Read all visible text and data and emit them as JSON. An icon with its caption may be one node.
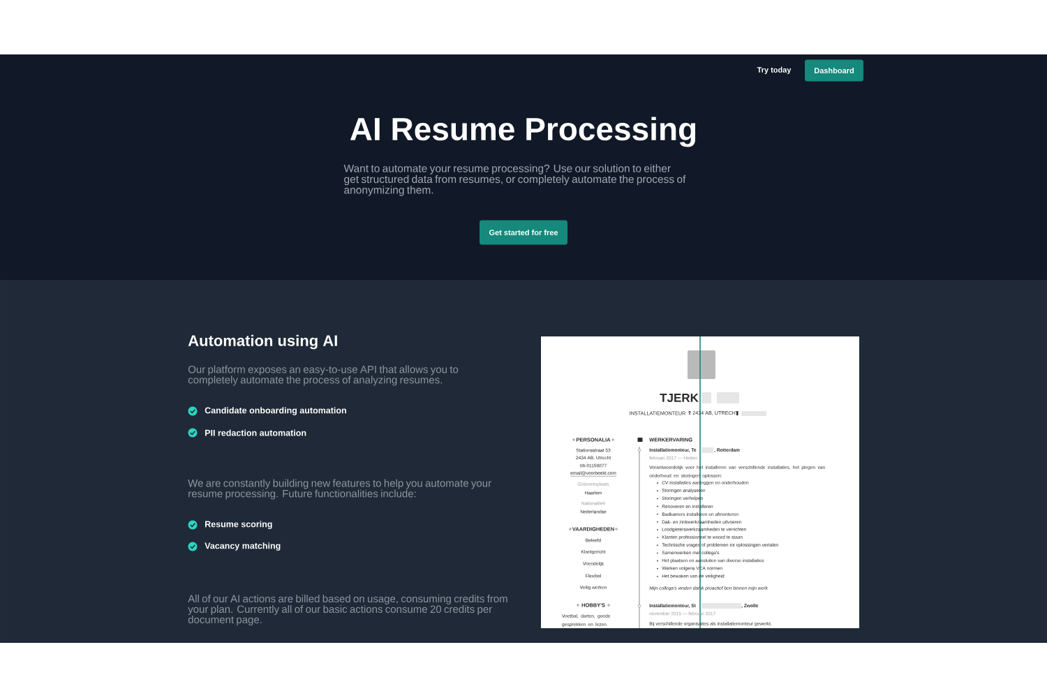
{
  "diagram": {
    "title": "AI Resume Processing",
    "nodes": [
      {
        "text": [
          "Dashboard"
        ]
      },
      {
        "text": [
          "Get started for free"
        ]
      }
    ],
    "labels": [
      "Try today",
      "Want to automate your resume processing? Use our solution to either get structured data from resumes, or completely automate the process of anonymizing them.",
      "Automation using AI",
      "Our platform exposes an easy-to-use API that allows you to completely automate the process of analyzing resumes.",
      "Candidate onboarding automation",
      "PII redaction automation",
      "We are constantly building new features to help you automate your resume processing. Future functionalities include:",
      "Resume scoring",
      "Vacancy matching",
      "All of our AI actions are billed based on usage, consuming credits from your plan. Currently all of our basic actions consume 20 credits per document page.",
      "TJERK",
      "INSTALLATIEMONTEUR",
      "2434 AB, UTRECHT",
      "PERSONALIA",
      "Stationsstraat 53",
      "2434 AB, Utrecht",
      "06-81159877",
      "email@voorbeeld.com",
      "Geboorteplaats",
      "Haarlem",
      "Nationaliteit",
      "Nederlandse",
      "VAARDIGHEDEN",
      "Beleefd",
      "Klantgericht",
      "Vriendelijk",
      "Flexibel",
      "Veilig werken",
      "HOBBY'S",
      "Voetbal, darten, goede gesprekken en lezen",
      "WERKERVARING",
      "Installatiemonteur, Te",
      ", Rotterdam",
      "februari 2017 — Heden",
      "Verantwoordelijk voor het installeren van verschillende installaties, het plegen van onderhoud en storingen oplossen:",
      "CV installaties aanleggen en onderhouden",
      "Storingen analyseren",
      "Storingen verhelpen",
      "Renoveren en installeren",
      "Badkamers installeren en afmonteren",
      "Dak- en zinkwerkzaamheden uitvoeren",
      "Loodgieterswerkzaamheden te verrichten",
      "Klanten professioneel te woord te staan",
      "Technische vragen of problemen tot oplossingen vertalen",
      "Samenwerken met collega's",
      "Het plaatsen en aansluiten van diverse installaties",
      "Werken volgens VCA normen",
      "Het bewaken van de veiligheid",
      "Mijn collega's vinden dat ik proactief ben binnen mijn werk",
      "Installatiemonteur, St",
      ", Zwolle",
      "november 2015 — februari 2017",
      "Bij verschillende organisaties als installatiemonteur gewerkt."
    ]
  }
}
